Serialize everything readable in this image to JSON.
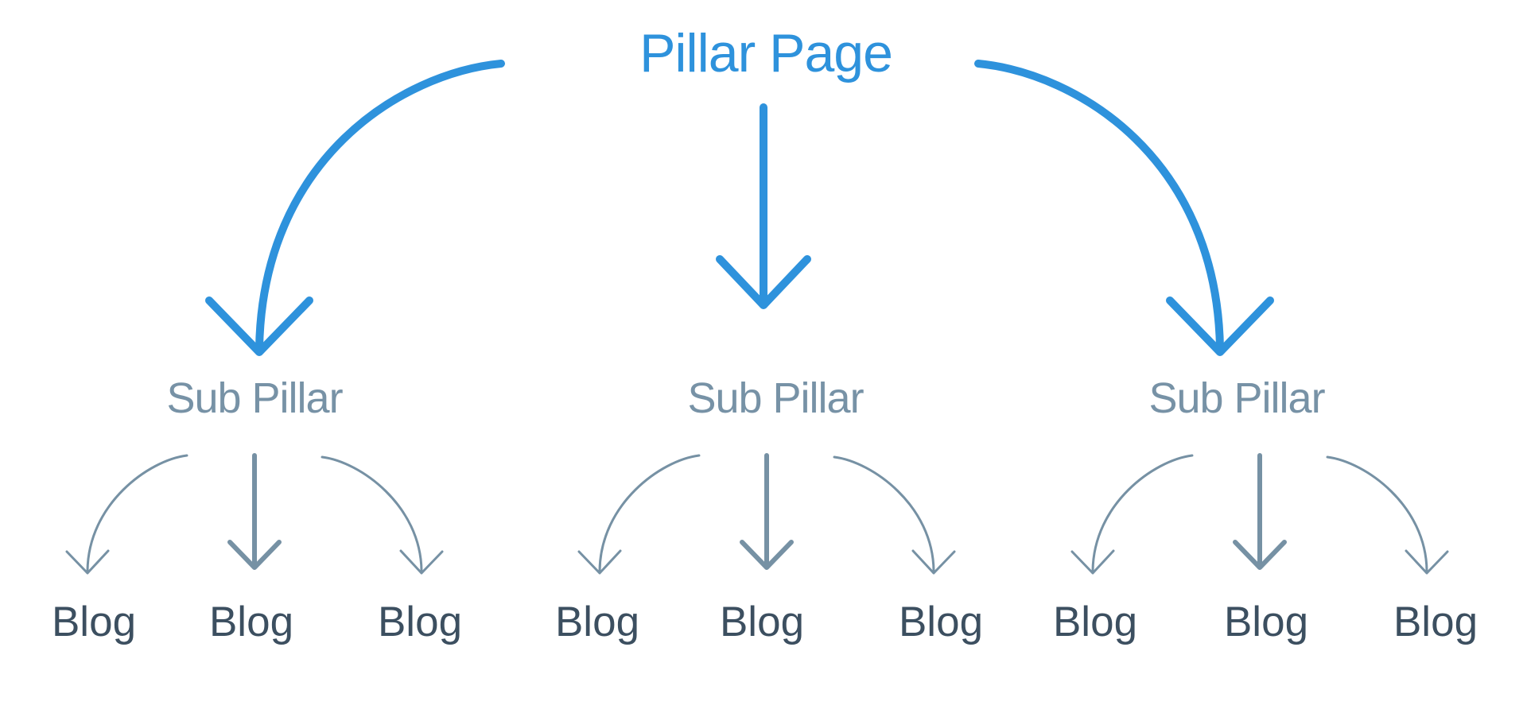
{
  "diagram": {
    "root": {
      "label": "Pillar Page"
    },
    "sub_pillars": [
      {
        "label": "Sub Pillar",
        "blogs": [
          {
            "label": "Blog"
          },
          {
            "label": "Blog"
          },
          {
            "label": "Blog"
          }
        ]
      },
      {
        "label": "Sub Pillar",
        "blogs": [
          {
            "label": "Blog"
          },
          {
            "label": "Blog"
          },
          {
            "label": "Blog"
          }
        ]
      },
      {
        "label": "Sub Pillar",
        "blogs": [
          {
            "label": "Blog"
          },
          {
            "label": "Blog"
          },
          {
            "label": "Blog"
          }
        ]
      }
    ],
    "colors": {
      "primary_blue": "#2E92DC",
      "arrow_slate": "#7691A4",
      "sub_pillar_text": "#7792A6",
      "blog_text": "#3C4F60",
      "background": "#FFFFFF"
    }
  }
}
